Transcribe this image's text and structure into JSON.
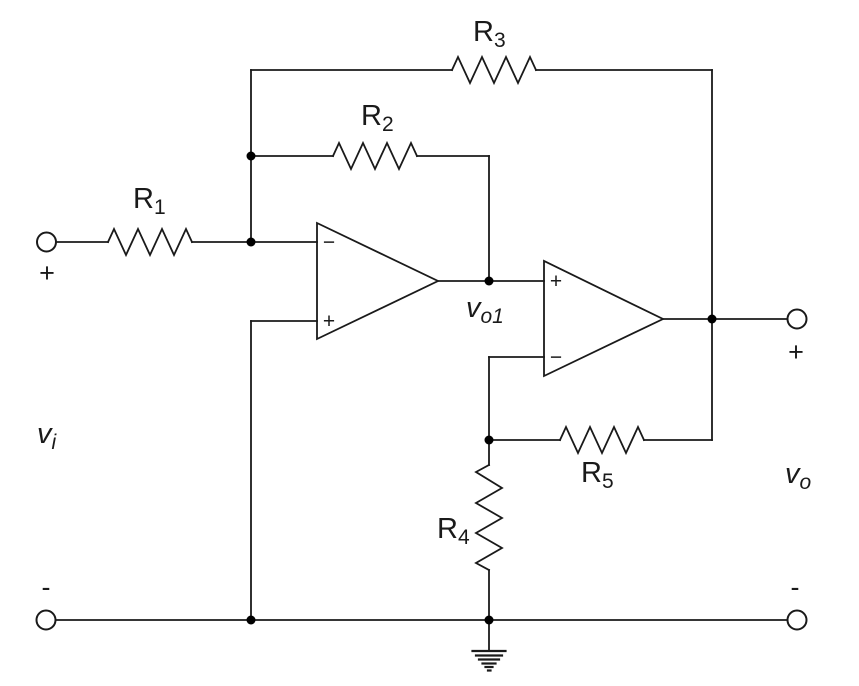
{
  "colors": {
    "stroke": "#1a1a1a",
    "background": "#ffffff",
    "junction_fill": "#000000"
  },
  "resistors": {
    "r1": {
      "base": "R",
      "sub": "1"
    },
    "r2": {
      "base": "R",
      "sub": "2"
    },
    "r3": {
      "base": "R",
      "sub": "3"
    },
    "r4": {
      "base": "R",
      "sub": "4"
    },
    "r5": {
      "base": "R",
      "sub": "5"
    }
  },
  "opamps": {
    "op1": {
      "top_sign": "−",
      "bottom_sign": "+"
    },
    "op2": {
      "top_sign": "+",
      "bottom_sign": "−"
    }
  },
  "signals": {
    "vi": {
      "base": "v",
      "sub": "i"
    },
    "vo1": {
      "base": "v",
      "sub": "o1"
    },
    "vo": {
      "base": "v",
      "sub": "o"
    }
  },
  "polarity": {
    "input_positive": "+",
    "input_negative": "-",
    "output_positive": "+",
    "output_negative": "-"
  }
}
